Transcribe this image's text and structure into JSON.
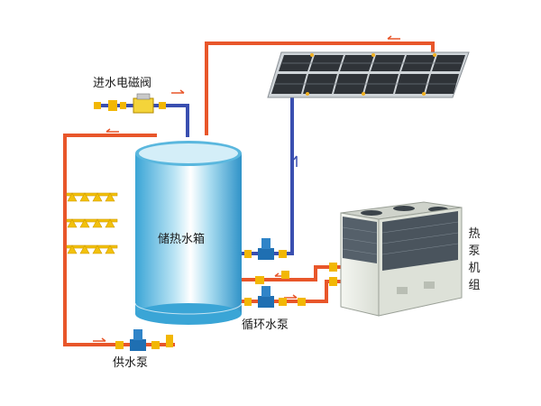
{
  "labels": {
    "inlet_valve": "进水电磁阀",
    "storage_tank": "储热水箱",
    "circulation_pump": "循环水泵",
    "supply_pump": "供水泵",
    "heat_pump_unit": "热泵机组"
  },
  "colors": {
    "hot_pipe": "#e8562a",
    "cold_pipe": "#3a4fb0",
    "tank_light": "#e9f7fb",
    "tank_dark": "#3aa5d6",
    "panel": "#2f3338",
    "valve_yellow": "#f2b705",
    "pump_blue": "#1f6fb2",
    "sprinkler": "#f2c10c",
    "unit_body": "#e9ece6",
    "unit_grille": "#55606a"
  },
  "icons": {
    "inlet_valve": "solenoid-valve-icon",
    "circulation_pump": "pump-icon",
    "supply_pump": "pump-icon",
    "sprinkler": "sprinkler-icon",
    "solar_panel": "solar-collector-icon",
    "heat_pump_unit": "heat-pump-unit-icon"
  }
}
